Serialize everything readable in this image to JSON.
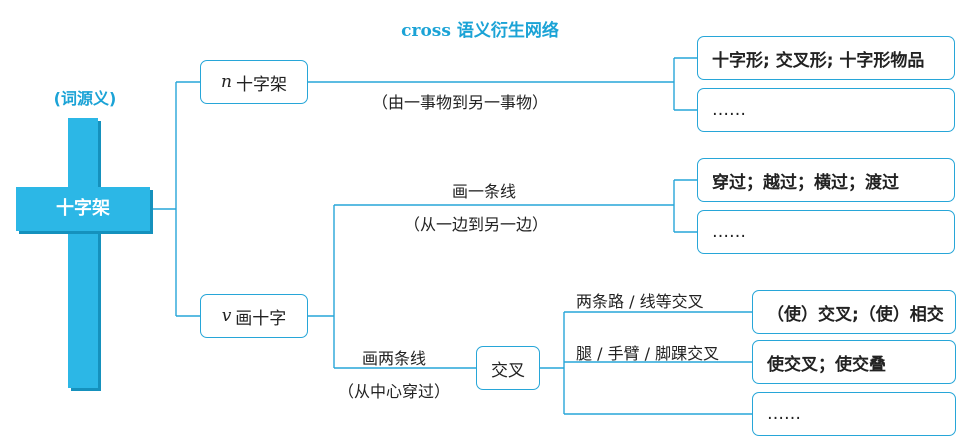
{
  "title": {
    "en": "cross",
    "zh": " 语义衍生网络"
  },
  "origin_label": "(词源义)",
  "center": "十字架",
  "noun_branch": {
    "pos": "n",
    "word": "十字架",
    "label": "（由一事物到另一事物）",
    "leaves": [
      "十字形; 交叉形; 十字形物品",
      "……"
    ]
  },
  "verb_branch": {
    "pos": "v",
    "word": "画十字",
    "line_one": {
      "label1": "画一条线",
      "label2": "（从一边到另一边）",
      "leaves": [
        "穿过；越过；横过；渡过",
        "……"
      ]
    },
    "line_two": {
      "label1": "画两条线",
      "label2": "（从中心穿过）",
      "node": "交叉",
      "sub_label1": "两条路 / 线等交叉",
      "sub_label2": "腿 / 手臂 / 脚踝交叉",
      "leaves": [
        "（使）交叉;（使）相交",
        "使交叉；使交叠",
        "……"
      ]
    }
  }
}
